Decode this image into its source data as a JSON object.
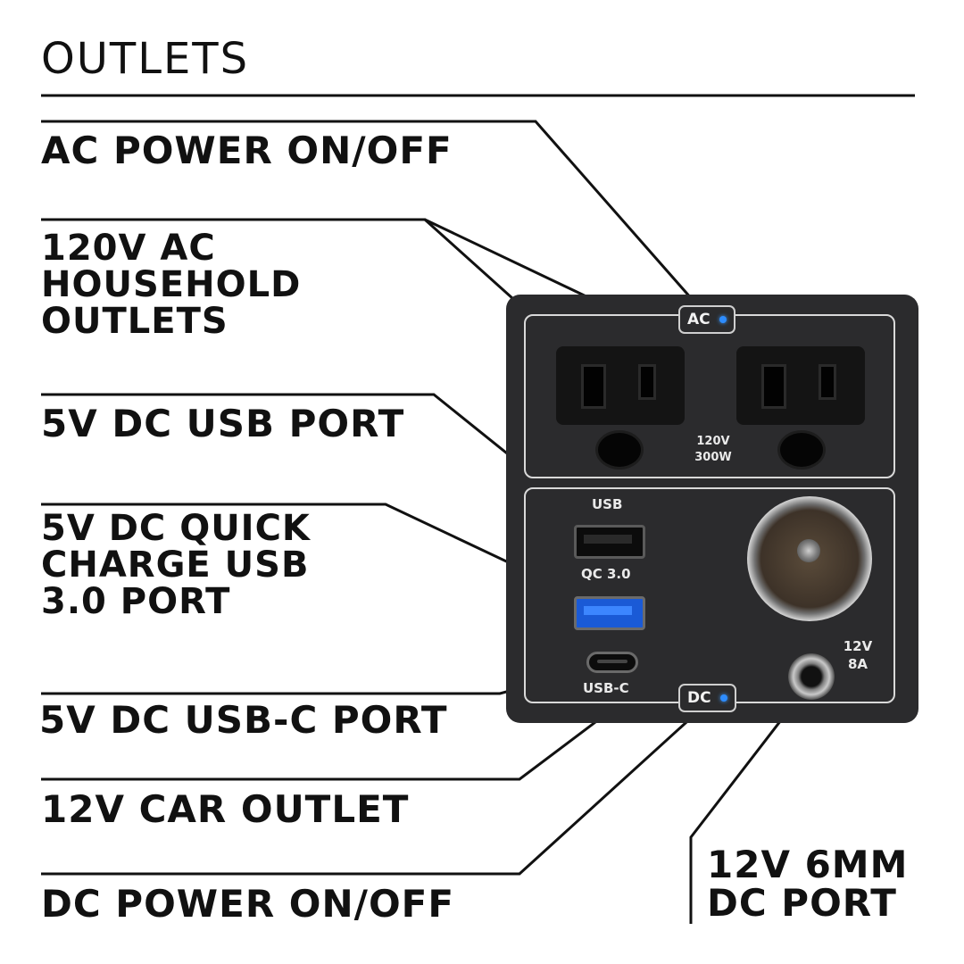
{
  "title": "OUTLETS",
  "labels": {
    "ac_power": "AC POWER ON/OFF",
    "ac_outlets": [
      "120V AC",
      "HOUSEHOLD",
      "OUTLETS"
    ],
    "usb_port": "5V DC USB PORT",
    "qc_port": [
      "5V DC QUICK",
      "CHARGE USB",
      "3.0 PORT"
    ],
    "usbc_port": "5V DC USB-C PORT",
    "car_outlet": "12V CAR OUTLET",
    "dc_power": "DC POWER ON/OFF",
    "dc6mm": [
      "12V 6MM",
      "DC PORT"
    ]
  },
  "panel": {
    "ac_button": "AC",
    "dc_button": "DC",
    "ac_rating": [
      "120V",
      "300W"
    ],
    "usb_label": "USB",
    "qc_label": "QC 3.0",
    "usbc_label": "USB-C",
    "dc_rating": [
      "12V",
      "8A"
    ]
  },
  "colors": {
    "panel": "#2b2b2d",
    "led": "#2d8cff",
    "qc_port": "#1a5ad6",
    "line": "#111111"
  }
}
